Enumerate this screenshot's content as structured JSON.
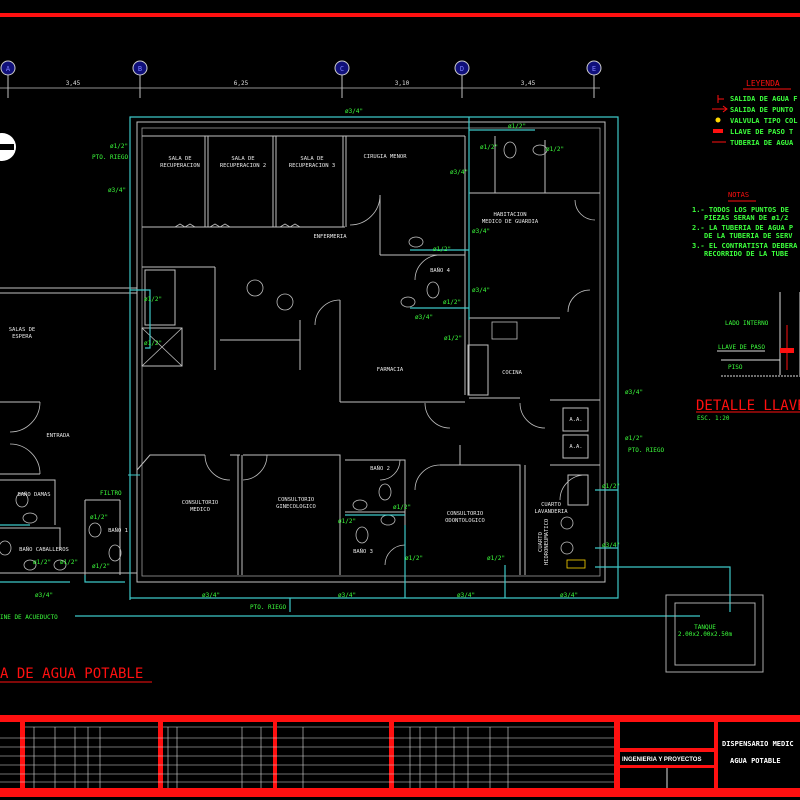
{
  "colors": {
    "background": "#000000",
    "walls": "#bfbfbf",
    "pipe_main": "#3ec8c8",
    "labels": "#3cff3c",
    "title": "#ff1010",
    "grid_bubble": "#1a1a8c"
  },
  "grid": {
    "axes": [
      "A",
      "B",
      "C",
      "D",
      "E"
    ],
    "dimensions": [
      "3,45",
      "6,25",
      "3,10",
      "3,45"
    ]
  },
  "legend": {
    "title": "LEYENDA",
    "items": [
      {
        "icon": "water-outlet-icon",
        "label": "SALIDA DE AGUA F"
      },
      {
        "icon": "point-outlet-icon",
        "label": "SALIDA DE PUNTO"
      },
      {
        "icon": "valve-icon",
        "label": "VALVULA TIPO COL"
      },
      {
        "icon": "stop-valve-icon",
        "label": "LLAVE DE PASO T"
      },
      {
        "icon": "pipe-line-icon",
        "label": "TUBERIA DE AGUA"
      }
    ]
  },
  "notes": {
    "title": "NOTAS",
    "lines": [
      "1.- TODOS LOS PUNTOS DE",
      "PIEZAS SERAN DE ø1/2",
      "2.- LA TUBERIA DE AGUA P",
      "DE LA TUBERIA DE SERV",
      "3.- EL CONTRATISTA DEBERA",
      "RECORRIDO DE LA TUBE"
    ]
  },
  "detail": {
    "lado_interno": "LADO INTERNO",
    "llave_de_paso": "LLAVE DE PASO",
    "piso": "PISO",
    "title": "DETALLE LLAVE",
    "scale": "ESC. 1:20"
  },
  "rooms": {
    "sala_rec_1": [
      "SALA DE",
      "RECUPERACION"
    ],
    "sala_rec_2": [
      "SALA DE",
      "RECUPERACION 2"
    ],
    "sala_rec_3": [
      "SALA DE",
      "RECUPERACION 3"
    ],
    "cirugia": "CIRUGIA MENOR",
    "enfermeria": "ENFERMERIA",
    "habitacion": [
      "HABITACION",
      "MEDICO DE GUARDIA"
    ],
    "bano4": "BAÑO 4",
    "salas_espera": [
      "SALAS DE",
      "ESPERA"
    ],
    "farmacia": "FARMACIA",
    "cocina": "COCINA",
    "entrada": "ENTRADA",
    "bano_damas": "BAÑO DAMAS",
    "bano_caballeros": "BAÑO CABALLEROS",
    "bano1": "BAÑO 1",
    "consultorio_medico": [
      "CONSULTORIO",
      "MEDICO"
    ],
    "consultorio_gine": [
      "CONSULTORIO",
      "GINECOLOGICO"
    ],
    "bano2": "BAÑO 2",
    "bano3": "BAÑO 3",
    "consultorio_odonto": [
      "CONSULTORIO",
      "ODONTOLOGICO"
    ],
    "lavanderia": [
      "CUARTO",
      "LAVANDERIA"
    ],
    "hidroneumatico": [
      "CUARTO",
      "HIDRONEUMATICO"
    ],
    "aa": "A.A."
  },
  "annotations": {
    "pto_riego": "PTO. RIEGO",
    "filtro": "FILTRO",
    "acueducto": "INE DE ACUEDUCTO",
    "tanque": [
      "TANQUE",
      "2.00x2.00x2.50m"
    ],
    "plan_title": "A DE AGUA POTABLE"
  },
  "pipe_sizes": [
    "ø3/4\"",
    "ø1/2\"",
    "ø3/4\"",
    "ø1/2\"",
    "ø1/2\"",
    "ø1/2\"",
    "ø3/4\"",
    "ø3/4\"",
    "ø1/2\"",
    "ø3/4\"",
    "ø1/2\"",
    "ø1/2\"",
    "ø1/2\"",
    "ø3/4\"",
    "ø1/2\"",
    "ø3/4\"",
    "ø1/2\"",
    "ø1/2\"",
    "ø3/4\"",
    "ø1/2\"",
    "ø1/2\"",
    "ø1/2\"",
    "ø1/2\"",
    "ø1/2\"",
    "ø1/2\"",
    "ø1/2\"",
    "ø1/2\"",
    "ø3/4\"",
    "ø3/4\"",
    "ø3/4\"",
    "ø3/4\"",
    "ø3/4\""
  ],
  "title_block": {
    "company": "INGENIERIA Y PROYECTOS",
    "project": "DISPENSARIO MEDIC",
    "sheet": "AGUA POTABLE"
  }
}
